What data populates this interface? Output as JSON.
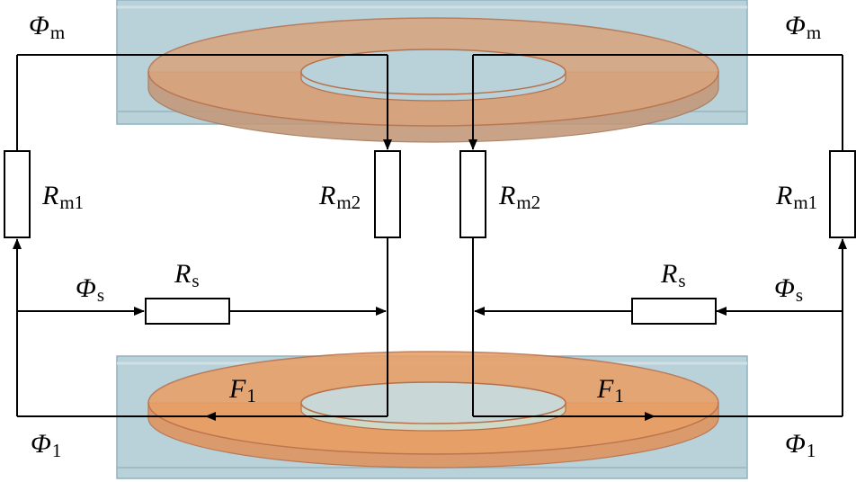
{
  "colors": {
    "core_fill": "#b9d1d9",
    "core_edge": "#8fb2bf",
    "coil_fill_top": "#d9a57d",
    "coil_fill_bottom": "#e8a066",
    "coil_edge": "#b8704a",
    "wire": "#000000"
  },
  "labels": {
    "phi_m": {
      "sym": "Φ",
      "sub": "m"
    },
    "phi_s": {
      "sym": "Φ",
      "sub": "s"
    },
    "phi_1": {
      "sym": "Φ",
      "sub": "1"
    },
    "r_m1": {
      "sym": "R",
      "sub": "m1"
    },
    "r_m2": {
      "sym": "R",
      "sub": "m2"
    },
    "r_s": {
      "sym": "R",
      "sub": "s"
    },
    "f_1": {
      "sym": "F",
      "sub": "1"
    }
  }
}
